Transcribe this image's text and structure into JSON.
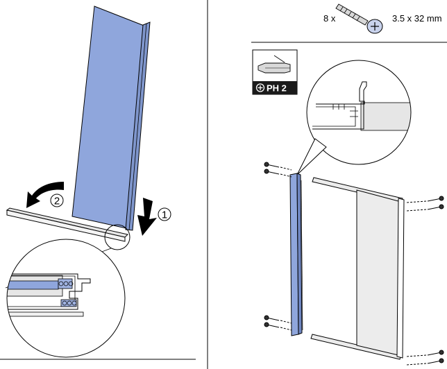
{
  "left_panel": {
    "step_labels": {
      "push": "1",
      "rotate": "2"
    }
  },
  "right_panel": {
    "screw_quantity": "8 x",
    "screw_size": "3.5 x 32 mm",
    "tool_badge": "PH 2",
    "icons": [
      "screw-icon",
      "phillips-screwdriver-icon",
      "phillips-head-icon"
    ]
  },
  "colors": {
    "panel_blue": "#8fa6dc",
    "frame_grey": "#d8d8d8",
    "line": "#000000"
  }
}
